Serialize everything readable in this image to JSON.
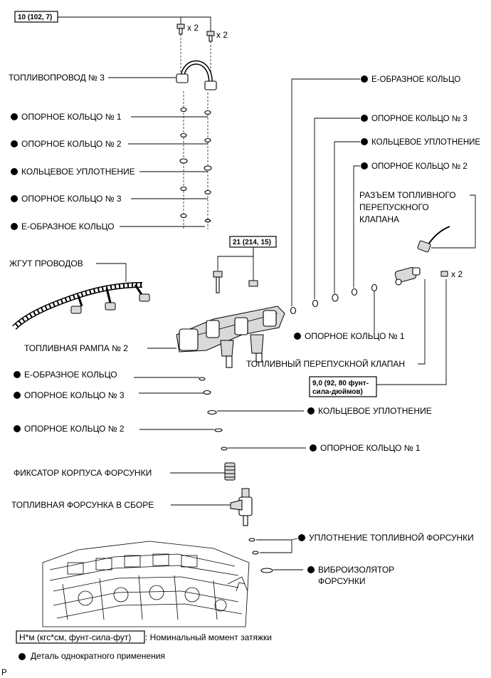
{
  "torque_top": "10 (102, 7)",
  "torque_rail": "21 (214, 15)",
  "torque_valve": [
    "9,0 (92, 80 фунт-",
    "сила-дюймов)"
  ],
  "qty_bolt_left": "x 2",
  "qty_bolt_right": "x 2",
  "qty_valve": "x 2",
  "labels": {
    "fuel_pipe_3": "ТОПЛИВОПРОВОД № 3",
    "left_backup_ring_1": "ОПОРНОЕ КОЛЬЦО № 1",
    "left_backup_ring_2": "ОПОРНОЕ КОЛЬЦО № 2",
    "left_o_ring": "КОЛЬЦЕВОЕ УПЛОТНЕНИЕ",
    "left_backup_ring_3": "ОПОРНОЕ КОЛЬЦО № 3",
    "left_e_ring": "Е-ОБРАЗНОЕ КОЛЬЦО",
    "wire_harness": "ЖГУТ ПРОВОДОВ",
    "fuel_rail_2": "ТОПЛИВНАЯ РАМПА № 2",
    "right_e_ring": "Е-ОБРАЗНОЕ КОЛЬЦО",
    "right_backup_ring_3": "ОПОРНОЕ КОЛЬЦО № 3",
    "right_o_ring": "КОЛЬЦЕВОЕ УПЛОТНЕНИЕ",
    "right_backup_ring_2": "ОПОРНОЕ КОЛЬЦО № 2",
    "connector": [
      "РАЗЪЕМ ТОПЛИВНОГО",
      "ПЕРЕПУСКНОГО",
      "КЛАПАНА"
    ],
    "right_backup_ring_1": "ОПОРНОЕ КОЛЬЦО № 1",
    "bypass_valve": "ТОПЛИВНЫЙ ПЕРЕПУСКНОЙ КЛАПАН",
    "low_e_ring": "Е-ОБРАЗНОЕ КОЛЬЦО",
    "low_backup_ring_3": "ОПОРНОЕ КОЛЬЦО № 3",
    "low_o_ring": "КОЛЬЦЕВОЕ УПЛОТНЕНИЕ",
    "low_backup_ring_2": "ОПОРНОЕ КОЛЬЦО № 2",
    "low_backup_ring_1": "ОПОРНОЕ КОЛЬЦО № 1",
    "injector_holder": "ФИКСАТОР КОРПУСА ФОРСУНКИ",
    "injector_assy": "ТОПЛИВНАЯ ФОРСУНКА В СБОРЕ",
    "injector_seal": "УПЛОТНЕНИЕ ТОПЛИВНОЙ ФОРСУНКИ",
    "vibration_insulator": [
      "ВИБРОИЗОЛЯТОР",
      "ФОРСУНКИ"
    ]
  },
  "legend": {
    "torque_box": "Н*м (кгс*см, фунт-сила-фут)",
    "torque_desc": ": Номинальный момент затяжки",
    "non_reusable": "Деталь однократного применения"
  },
  "page_marker": "P"
}
